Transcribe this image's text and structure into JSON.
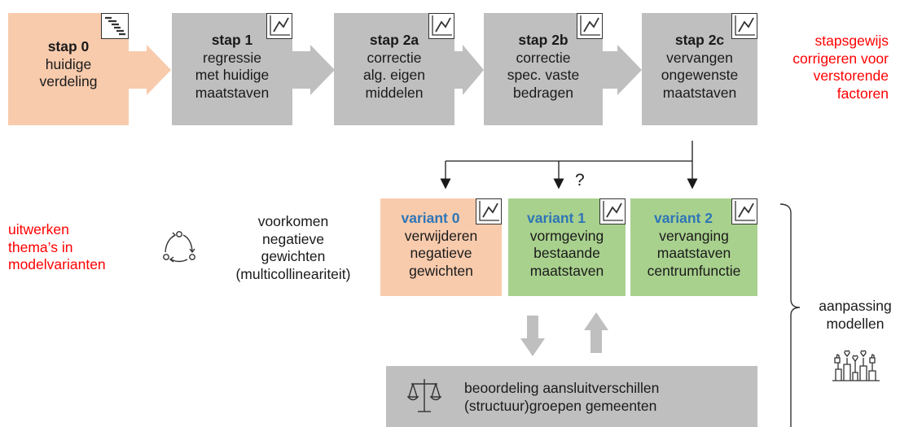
{
  "steps": [
    {
      "title": "stap 0",
      "lines": [
        "huidige",
        "verdeling"
      ],
      "icon": "gantt-chart-icon",
      "color": "#f8cbad"
    },
    {
      "title": "stap 1",
      "lines": [
        "regressie",
        "met huidige",
        "maatstaven"
      ],
      "icon": "line-chart-icon",
      "color": "#bfbfbf"
    },
    {
      "title": "stap 2a",
      "lines": [
        "correctie",
        "alg. eigen",
        "middelen"
      ],
      "icon": "line-chart-icon",
      "color": "#bfbfbf"
    },
    {
      "title": "stap 2b",
      "lines": [
        "correctie",
        "spec. vaste",
        "bedragen"
      ],
      "icon": "line-chart-icon",
      "color": "#bfbfbf"
    },
    {
      "title": "stap 2c",
      "lines": [
        "vervangen",
        "ongewenste",
        "maatstaven"
      ],
      "icon": "line-chart-icon",
      "color": "#bfbfbf"
    }
  ],
  "top_note": [
    "stapsgewijs",
    "corrigeren voor",
    "verstorende",
    "factoren"
  ],
  "question_mark": "?",
  "left_note": [
    "uitwerken",
    "thema’s in",
    "modelvarianten"
  ],
  "cycle_text": [
    "voorkomen",
    "negatieve",
    "gewichten",
    "(multicollineariteit)"
  ],
  "variants": [
    {
      "title": "variant 0",
      "lines": [
        "verwijderen",
        "negatieve",
        "gewichten"
      ],
      "color": "#f8cbad"
    },
    {
      "title": "variant 1",
      "lines": [
        "vormgeving",
        "bestaande",
        "maatstaven"
      ],
      "color": "#a9d18e"
    },
    {
      "title": "variant 2",
      "lines": [
        "vervanging",
        "maatstaven",
        "centrumfunctie"
      ],
      "color": "#a9d18e"
    }
  ],
  "assessment": [
    "beoordeling aansluitverschillen",
    "(structuur)groepen gemeenten"
  ],
  "side_label": [
    "aanpassing",
    "modellen"
  ],
  "colors": {
    "accent_blue": "#2e75b6",
    "note_red": "#ff0000",
    "arrow_gray": "#bfbfbf"
  }
}
